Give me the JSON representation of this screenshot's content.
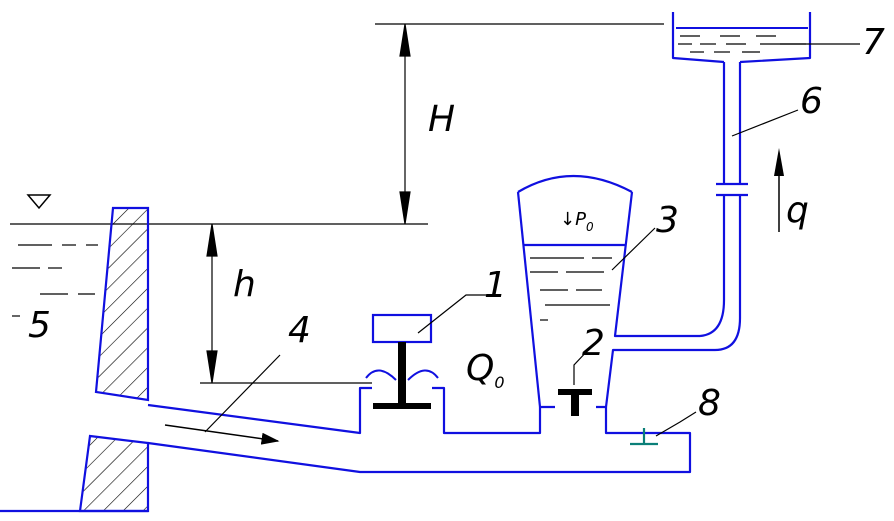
{
  "colors": {
    "outline": "#1010e0",
    "leader": "#000000",
    "valve": "#000000",
    "drain_valve": "#0b7f78",
    "hatch": "#000000"
  },
  "labels": {
    "H": "H",
    "h": "h",
    "Q": "Q",
    "Q_sub": "0",
    "q": "q",
    "p_arrow": "↓",
    "p": "P",
    "p_sub": "0"
  },
  "callouts": [
    "1",
    "2",
    "3",
    "4",
    "5",
    "6",
    "7",
    "8"
  ],
  "icons": {
    "level_mark": "triangle-down-icon",
    "flow": "arrow-right-icon",
    "feed": "arrow-up-icon"
  }
}
